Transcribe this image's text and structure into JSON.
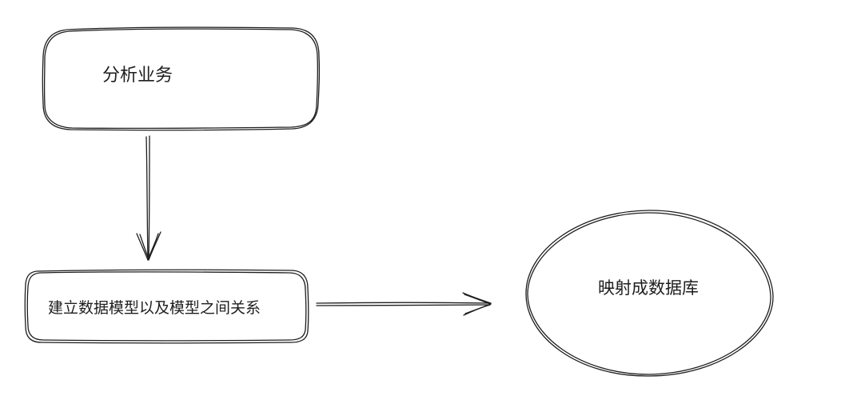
{
  "diagram": {
    "nodes": [
      {
        "id": "analyze",
        "shape": "rounded-rect",
        "label": "分析业务"
      },
      {
        "id": "model",
        "shape": "rounded-rect",
        "label": "建立数据模型以及模型之间关系"
      },
      {
        "id": "map",
        "shape": "ellipse",
        "label": "映射成数据库"
      }
    ],
    "edges": [
      {
        "from": "analyze",
        "to": "model"
      },
      {
        "from": "model",
        "to": "map"
      }
    ],
    "colors": {
      "stroke": "#1e1e1e",
      "background": "#ffffff"
    }
  }
}
